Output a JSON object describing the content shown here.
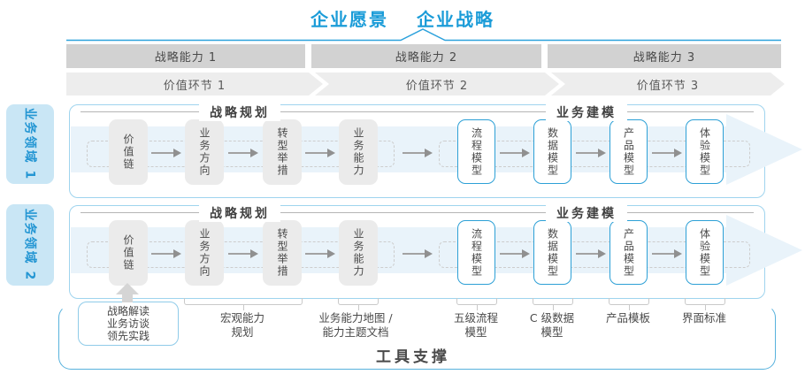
{
  "title": {
    "vision": "企业愿景",
    "strategy": "企业战略"
  },
  "capability_bands": [
    "战略能力 1",
    "战略能力 2",
    "战略能力 3"
  ],
  "value_bands": [
    "价值环节 1",
    "价值环节 2",
    "价值环节 3"
  ],
  "domains": [
    "业务领域 1",
    "业务领域 2"
  ],
  "rows": [
    {
      "planning_header": "战略规划",
      "modeling_header": "业务建模",
      "boxes": [
        {
          "label": "价值链",
          "style": "gray"
        },
        {
          "label": "业务方向",
          "style": "gray"
        },
        {
          "label": "转型举措",
          "style": "gray"
        },
        {
          "label": "业务能力",
          "style": "gray"
        },
        {
          "label": "流程模型",
          "style": "blue"
        },
        {
          "label": "数据模型",
          "style": "blue"
        },
        {
          "label": "产品模型",
          "style": "blue"
        },
        {
          "label": "体验模型",
          "style": "blue"
        }
      ]
    },
    {
      "planning_header": "战略规划",
      "modeling_header": "业务建模",
      "boxes": [
        {
          "label": "价值链",
          "style": "gray"
        },
        {
          "label": "业务方向",
          "style": "gray"
        },
        {
          "label": "转型举措",
          "style": "gray"
        },
        {
          "label": "业务能力",
          "style": "gray"
        },
        {
          "label": "流程模型",
          "style": "blue"
        },
        {
          "label": "数据模型",
          "style": "blue"
        },
        {
          "label": "产品模型",
          "style": "blue"
        },
        {
          "label": "体验模型",
          "style": "blue"
        }
      ]
    }
  ],
  "annotations": {
    "source_box": {
      "lines": [
        "战略解读",
        "业务访谈",
        "领先实践"
      ]
    },
    "notes": [
      {
        "lines": [
          "宏观能力",
          "规划"
        ]
      },
      {
        "lines": [
          "业务能力地图 /",
          "能力主题文档"
        ]
      },
      {
        "lines": [
          "五级流程",
          "模型"
        ]
      },
      {
        "lines": [
          "C 级数据",
          "模型"
        ]
      },
      {
        "lines": [
          "产品模板",
          ""
        ]
      },
      {
        "lines": [
          "界面标准",
          ""
        ]
      }
    ]
  },
  "footer": {
    "label": "工具支撑"
  },
  "colors": {
    "accent_blue": "#1b9cd8",
    "box_border_blue": "#2da0d6",
    "row_border_blue": "#9fd4ee",
    "tool_frame_blue": "#58b2dd",
    "domain_label_bg": "#c9e6f5",
    "capability_band_gray": "#d2d2d2",
    "value_band_gray": "#ededed",
    "node_gray": "#ebebeb",
    "flow_band_blue": "#e9f3fa",
    "arrow_gray": "#a2a2a2",
    "text_dark": "#4a4a4a"
  }
}
